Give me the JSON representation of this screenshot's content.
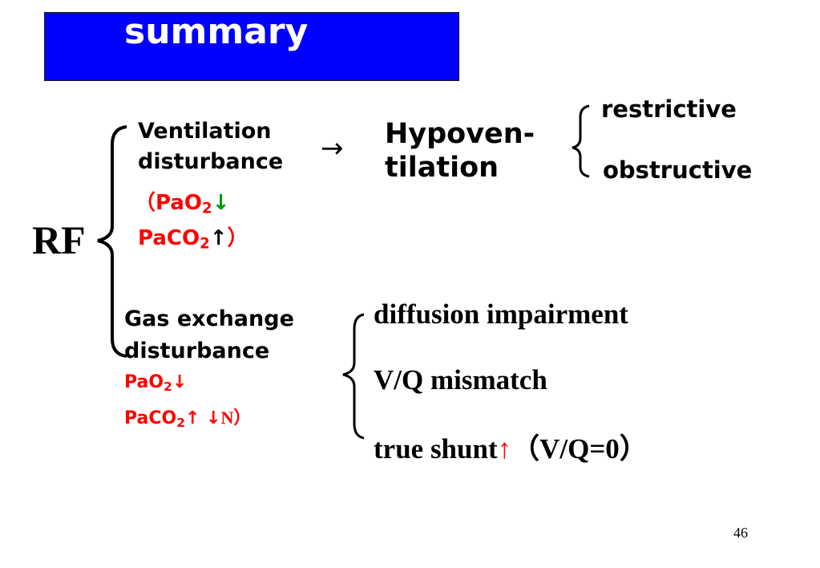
{
  "slide": {
    "title": "summary",
    "page_number": "46",
    "colors": {
      "title_bg": "#0000ff",
      "title_text": "#ffffff",
      "highlight": "#ff0000",
      "down_arrow": "#009900"
    }
  },
  "root": {
    "label": "RF"
  },
  "ventilation": {
    "label_line1": "Ventilation",
    "label_line2": "disturbance",
    "pao2_open": "（PaO",
    "pao2_sub": "2",
    "pao2_arrow": "↓",
    "paco2_text": "PaCO",
    "paco2_sub": "2",
    "paco2_arrow": "↑",
    "paco2_close": "）",
    "arrow": "→",
    "result_line1": "Hypoven-",
    "result_line2": "tilation",
    "types": [
      "restrictive",
      "obstructive"
    ]
  },
  "gas_exchange": {
    "label_line1": "Gas exchange",
    "label_line2": "disturbance",
    "pao2_text": "PaO",
    "pao2_sub": "2",
    "pao2_arrow": "↓",
    "paco2_text": "PaCO",
    "paco2_sub": "2",
    "paco2_arrows": "↑ ",
    "paco2_down": "↓",
    "paco2_n": "N",
    "paco2_close": "）",
    "causes": {
      "diffusion": "diffusion impairment",
      "vq": "V/Q mismatch",
      "shunt": "true shunt",
      "shunt_arrow": "↑",
      "shunt_note": "（V/Q=0）"
    }
  }
}
